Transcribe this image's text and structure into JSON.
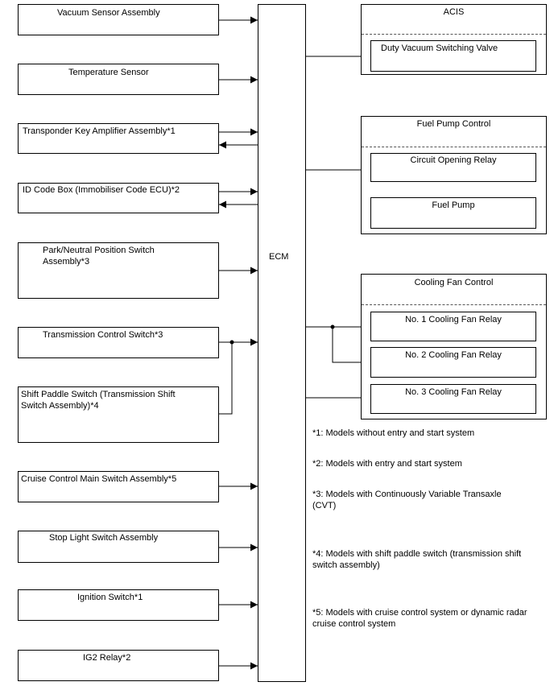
{
  "inputs": {
    "vacuum_sensor": "Vacuum Sensor Assembly",
    "temperature_sensor": "Temperature Sensor",
    "transponder": "Transponder Key Amplifier Assembly*1",
    "id_code_box": "ID Code Box (Immobiliser Code ECU)*2",
    "park_neutral": "Park/Neutral Position Switch Assembly*3",
    "transmission_control": "Transmission Control Switch*3",
    "shift_paddle": "Shift Paddle Switch (Transmission Shift Switch Assembly)*4",
    "cruise_control": "Cruise Control Main Switch Assembly*5",
    "stop_light": "Stop Light Switch Assembly",
    "ignition": "Ignition Switch*1",
    "ig2_relay": "IG2 Relay*2"
  },
  "ecm": {
    "label": "ECM"
  },
  "outputs": {
    "acis": {
      "title": "ACIS",
      "items": [
        "Duty Vacuum Switching Valve"
      ]
    },
    "fuel_pump": {
      "title": "Fuel Pump Control",
      "items": [
        "Circuit Opening Relay",
        "Fuel Pump"
      ]
    },
    "cooling_fan": {
      "title": "Cooling Fan Control",
      "items": [
        "No. 1 Cooling Fan Relay",
        "No. 2 Cooling Fan Relay",
        "No. 3 Cooling Fan Relay"
      ]
    }
  },
  "notes": [
    "*1: Models without entry and start system",
    "*2: Models with entry and start system",
    "*3: Models with Continuously Variable Transaxle (CVT)",
    "*4: Models with shift paddle switch (transmission shift switch assembly)",
    "*5: Models with cruise control system or dynamic radar cruise control system"
  ],
  "colors": {
    "line": "#000000",
    "dashed": "#555555"
  }
}
